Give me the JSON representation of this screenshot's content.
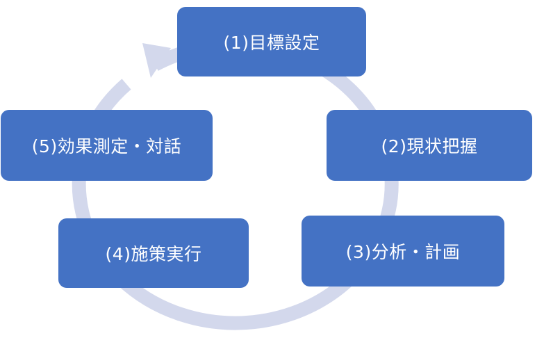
{
  "colors": {
    "box_fill": "#4472c4",
    "box_text": "#ffffff",
    "cycle_ring": "#d3d8ec"
  },
  "steps": [
    {
      "label": "(1)目標設定"
    },
    {
      "label": "(2)現状把握"
    },
    {
      "label": "(3)分析・計画"
    },
    {
      "label": "(4)施策実行"
    },
    {
      "label": "(5)効果測定・対話"
    }
  ]
}
